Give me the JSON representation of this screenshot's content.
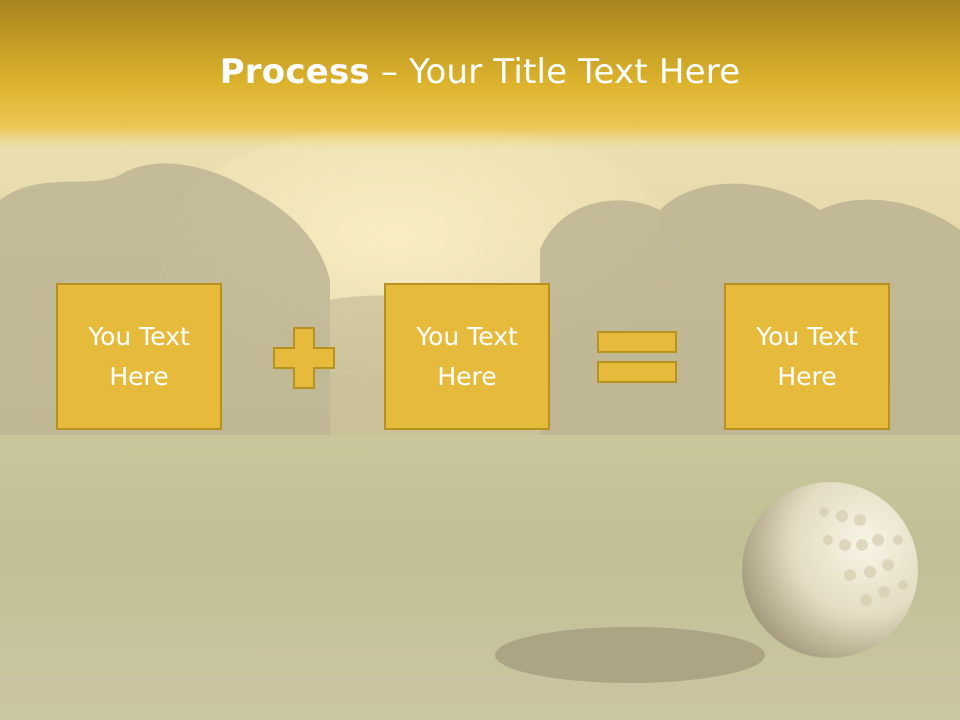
{
  "title": {
    "bold": "Process",
    "rest": " – Your Title Text Here"
  },
  "boxes": [
    {
      "label": "You Text Here"
    },
    {
      "label": "You Text Here"
    },
    {
      "label": "You Text Here"
    }
  ],
  "operators": [
    "plus-icon",
    "equals-icon"
  ],
  "colors": {
    "accent": "#e6bb3c",
    "accent_border": "#b8921f",
    "title_text": "#ffffff"
  }
}
